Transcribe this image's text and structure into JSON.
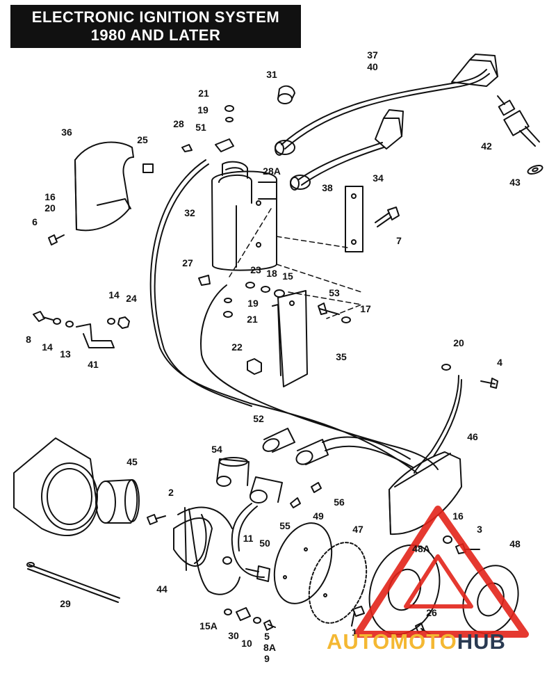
{
  "title": {
    "line1": "ELECTRONIC IGNITION SYSTEM",
    "line2": "1980 AND LATER"
  },
  "labels": {
    "p1": "1",
    "p2": "2",
    "p3": "3",
    "p4": "4",
    "p5": "5",
    "p6": "6",
    "p7": "7",
    "p8": "8",
    "p8A": "8A",
    "p9": "9",
    "p10": "10",
    "p11": "11",
    "p13": "13",
    "p14a": "14",
    "p14b": "14",
    "p15": "15",
    "p15A": "15A",
    "p16a": "16",
    "p16b": "16",
    "p17": "17",
    "p18": "18",
    "p19a": "19",
    "p19b": "19",
    "p20a": "20",
    "p20b": "20",
    "p21a": "21",
    "p21b": "21",
    "p22": "22",
    "p23": "23",
    "p24": "24",
    "p25": "25",
    "p26": "26",
    "p27": "27",
    "p28": "28",
    "p28A": "28A",
    "p29": "29",
    "p30": "30",
    "p31": "31",
    "p32": "32",
    "p34": "34",
    "p35": "35",
    "p36": "36",
    "p37": "37",
    "p38": "38",
    "p40": "40",
    "p41": "41",
    "p42": "42",
    "p43": "43",
    "p44": "44",
    "p45": "45",
    "p46": "46",
    "p47": "47",
    "p48": "48",
    "p48A": "48A",
    "p49": "49",
    "p50": "50",
    "p51": "51",
    "p52": "52",
    "p53": "53",
    "p54": "54",
    "p55": "55",
    "p56": "56"
  },
  "watermark": {
    "part1": "AUTOMOTO",
    "part2": "HUB",
    "accent_color": "#f4b833",
    "dark_color": "#2a3a52",
    "triangle_color": "#e2231a"
  },
  "colors": {
    "ink": "#111111",
    "paper": "#ffffff"
  }
}
